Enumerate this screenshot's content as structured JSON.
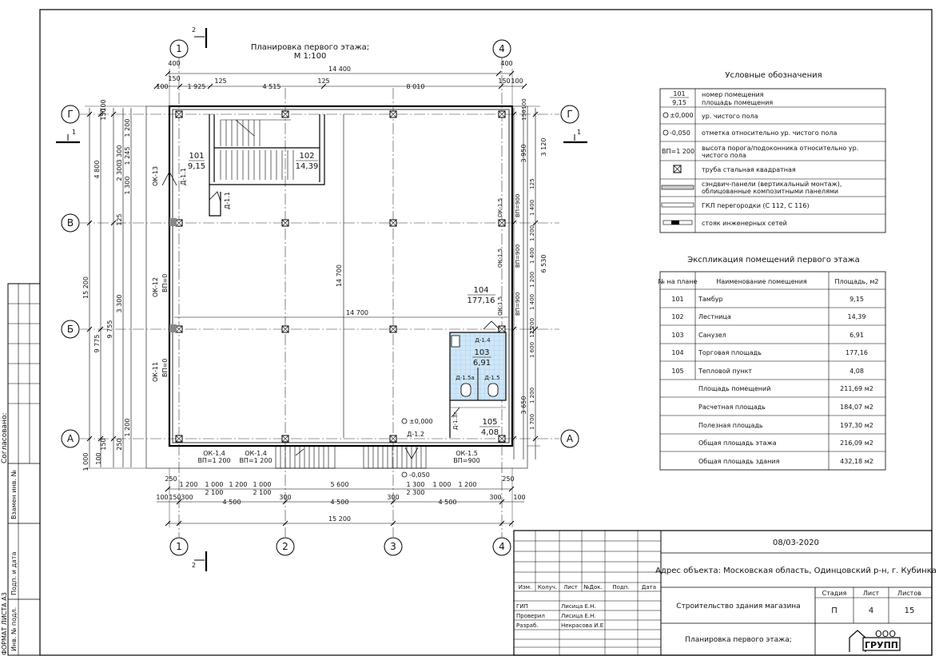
{
  "plan": {
    "title": "Планировка первого этажа;",
    "scale": "М 1:100",
    "section_marker": "2",
    "section_marker_side": "1",
    "axes_vertical": [
      "1",
      "2",
      "3",
      "4"
    ],
    "axes_horizontal": [
      "Г",
      "В",
      "Б",
      "А"
    ],
    "rooms": [
      {
        "id": "101",
        "area": "9,15"
      },
      {
        "id": "102",
        "area": "14,39"
      },
      {
        "id": "103",
        "area": "6,91"
      },
      {
        "id": "104",
        "area": "177,16"
      },
      {
        "id": "105",
        "area": "4,08"
      }
    ],
    "openings": {
      "ok13": "ОК-13",
      "ok12": "ОК-12",
      "ok11": "ОК-11",
      "vp0a": "ВП=0",
      "vp0b": "ВП=0",
      "ok14a": "ОК-1.4",
      "ok14b": "ОК-1.4",
      "vp1200a": "ВП=1 200",
      "vp1200b": "ВП=1 200",
      "ok15a": "ОК-1.5",
      "vp900a": "ВП=900",
      "ok15b": "ОК-1.5",
      "vp900b": "ВП=900",
      "ok15c": "ОК-1.5",
      "vp900c": "ВП=900",
      "ok15d": "ОК-1.5",
      "vp900d": "ВП=900",
      "d11a": "Д-1.1",
      "d11b": "Д-1.1",
      "d12": "Д-1.2",
      "d13": "Д-1.3г",
      "d14": "Д-1.4",
      "d15a": "Д-1.5а",
      "d15b": "Д-1.5"
    },
    "levels": {
      "zero": "±0,000",
      "minus": "-0,050"
    },
    "dims_top": {
      "total": "14 400",
      "a": "400",
      "b": "400",
      "c": "150",
      "d": "150",
      "e": "100",
      "f": "100",
      "g": "1 925",
      "h": "125",
      "i": "4 515",
      "j": "125",
      "k": "8 010"
    },
    "dims_bottom": {
      "total": "15 200",
      "p1": "4 500",
      "p2": "4 500",
      "p3": "4 500",
      "q1": "1 200",
      "q2": "1 000",
      "q3": "1 200",
      "q4": "1 000",
      "q5": "5 600",
      "q6": "1 300",
      "q7": "1 000",
      "q8": "1 200",
      "r1": "2 100",
      "r2": "2 100",
      "r3": "2 300",
      "s250a": "250",
      "s250b": "250",
      "s100a": "100",
      "s150a": "150",
      "s300a": "300",
      "s300b": "300",
      "s300c": "300",
      "s300d": "300",
      "s100b": "100"
    },
    "dims_left": {
      "total": "15 200",
      "a": "4 800",
      "b": "9 775",
      "c": "9 755",
      "d": "1 200",
      "e": "1 300",
      "f": "2 300",
      "g": "3 300",
      "h": "1 245",
      "i": "3 300",
      "j": "1 000",
      "k": "100",
      "l": "150",
      "m": "250",
      "n": "125",
      "o": "100",
      "p": "150"
    },
    "dims_right": {
      "a": "3 950",
      "b": "3 120",
      "c": "6 530",
      "d": "3 650",
      "e": "1 400",
      "f": "1 200",
      "g": "1 400",
      "h": "1 200",
      "i": "1 400",
      "j": "1 200",
      "k": "1 600",
      "l": "1 200",
      "m": "1 700",
      "n": "125",
      "o": "125",
      "p": "100",
      "q": "150"
    },
    "dims_inner": {
      "v": "14 700",
      "h": "14 700"
    }
  },
  "legend": {
    "title": "Условные обозначения",
    "items": [
      {
        "symbol": "101 / 9,15",
        "text1": "номер помещения",
        "text2": "площадь помещения"
      },
      {
        "symbol": "±0,000",
        "text1": "ур. чистого пола",
        "text2": ""
      },
      {
        "symbol": "-0,050",
        "text1": "отметка относительно ур. чистого пола",
        "text2": ""
      },
      {
        "symbol": "ВП=1 200",
        "text1": "высота порога/подоконника относительно ур.",
        "text2": "чистого пола"
      },
      {
        "symbol": "",
        "text1": "труба стальная квадратная",
        "text2": ""
      },
      {
        "symbol": "",
        "text1": "сэндвич-панели (вертикальный монтаж),",
        "text2": "облицованные композитными панелями"
      },
      {
        "symbol": "",
        "text1": "ГКЛ перегородки (С 112, С 116)",
        "text2": ""
      },
      {
        "symbol": "",
        "text1": "стояк инженерных сетей",
        "text2": ""
      }
    ]
  },
  "explication": {
    "title": "Экспликация помещений первого этажа",
    "headers": [
      "№ на плане",
      "Наименование помещения",
      "Площадь, м2"
    ],
    "rows": [
      {
        "num": "101",
        "name": "Тамбур",
        "area": "9,15"
      },
      {
        "num": "102",
        "name": "Лестница",
        "area": "14,39"
      },
      {
        "num": "103",
        "name": "Санузел",
        "area": "6,91"
      },
      {
        "num": "104",
        "name": "Торговая площадь",
        "area": "177,16"
      },
      {
        "num": "105",
        "name": "Тепловой пункт",
        "area": "4,08"
      }
    ],
    "totals": [
      {
        "name": "Площадь помещений",
        "area": "211,69 м2"
      },
      {
        "name": "Расчетная площадь",
        "area": "184,07 м2"
      },
      {
        "name": "Полезная площадь",
        "area": "197,30 м2"
      },
      {
        "name": "Общая площадь этажа",
        "area": "216,09 м2"
      },
      {
        "name": "Общая площадь здания",
        "area": "432,18 м2"
      }
    ]
  },
  "stamp": {
    "doc_number": "08/03-2020",
    "address": "Адрес объекта: Московская область, Одинцовский р-н, г. Кубинка",
    "project": "Строительство здания магазина",
    "sheet_title": "Планировка первого этажа;",
    "col_headers": [
      "Изм.",
      "Колуч.",
      "Лист",
      "№Док.",
      "Подп.",
      "Дата"
    ],
    "roles": [
      {
        "role": "ГИП",
        "name": "Лисица Е.Н."
      },
      {
        "role": "Проверил",
        "name": "Лисица Е.Н."
      },
      {
        "role": "Разраб.",
        "name": "Некрасова И.Е"
      }
    ],
    "stage_label": "Стадия",
    "sheet_label": "Лист",
    "sheets_label": "Листов",
    "stage": "П",
    "sheet": "4",
    "sheets": "15",
    "logo_top": "ООО",
    "logo_bottom": "ГРУПП"
  },
  "side": {
    "agreed": "Согласовано:",
    "replace": "Взамен инв. №",
    "sign_date": "Подп. и дата",
    "inv": "Инв. № подл.",
    "format": "ФОРМАТ ЛИСТА А3"
  }
}
